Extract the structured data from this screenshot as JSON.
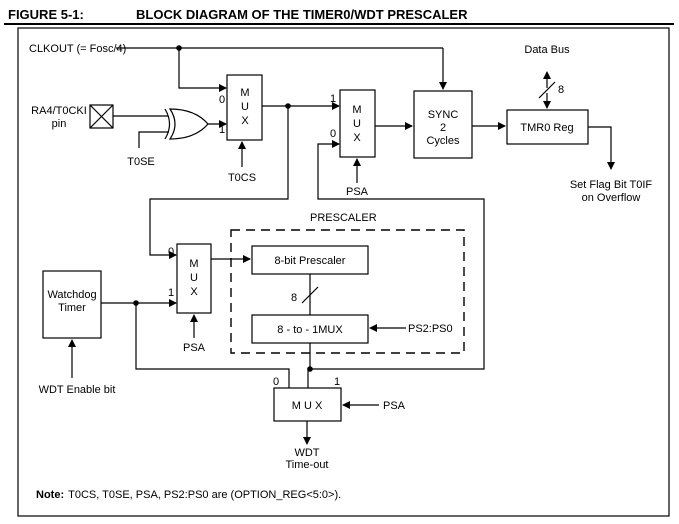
{
  "figure": {
    "number": "FIGURE 5-1:",
    "title": "BLOCK DIAGRAM OF THE TIMER0/WDT PRESCALER"
  },
  "labels": {
    "clkout": "CLKOUT (= Fosc/4)",
    "data_bus": "Data Bus",
    "bus_width_top": "8",
    "pin_line1": "RA4/T0CKI",
    "pin_line2": "pin",
    "t0se": "T0SE",
    "t0cs": "T0CS",
    "psa_top": "PSA",
    "psa_mid": "PSA",
    "psa_bottom": "PSA",
    "ps_select": "PS2:PS0",
    "prescaler_title": "PRESCALER",
    "bus_width_mid": "8",
    "set_flag_line1": "Set Flag Bit T0IF",
    "set_flag_line2": "on Overflow",
    "wdt_enable": "WDT Enable bit",
    "wdt_timeout_line1": "WDT",
    "wdt_timeout_line2": "Time-out"
  },
  "blocks": {
    "sync_line1": "SYNC",
    "sync_line2": "2",
    "sync_line3": "Cycles",
    "tmr0": "TMR0 Reg",
    "watchdog_line1": "Watchdog",
    "watchdog_line2": "Timer",
    "prescaler_8bit": "8-bit Prescaler",
    "mux_8to1": "8 - to - 1MUX"
  },
  "mux_blocks": {
    "mux1": {
      "letters": [
        "M",
        "U",
        "X"
      ],
      "in0": "0",
      "in1": "1"
    },
    "mux2": {
      "letters": [
        "M",
        "U",
        "X"
      ],
      "in0": "0",
      "in1": "1"
    },
    "mux3": {
      "letters": [
        "M",
        "U",
        "X"
      ],
      "in0": "0",
      "in1": "1"
    },
    "mux4": {
      "text": "M U X",
      "in0": "0",
      "in1": "1"
    }
  },
  "note": {
    "label": "Note:",
    "text": "T0CS, T0SE, PSA, PS2:PS0 are (OPTION_REG<5:0>)."
  }
}
